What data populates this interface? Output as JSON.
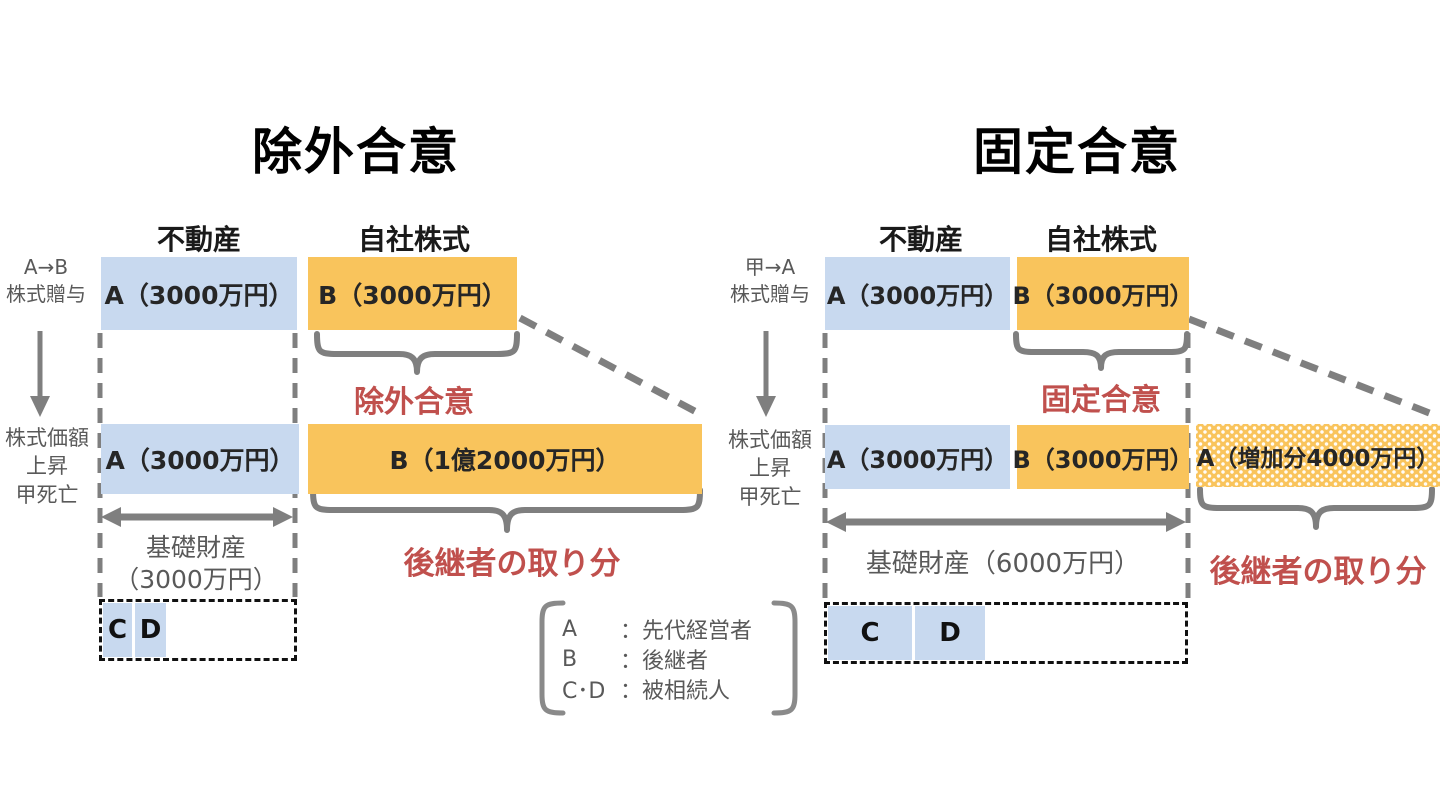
{
  "colors": {
    "blue_box": "#C8D9EF",
    "orange_box": "#F9C45C",
    "red_label": "#C0504D",
    "gray_lines": "#7F7F7F"
  },
  "left": {
    "title": "除外合意",
    "col_real_estate": "不動産",
    "col_shares": "自社株式",
    "event1_line1": "A→B",
    "event1_line2": "株式贈与",
    "event2_line1": "株式価額",
    "event2_line2": "上昇",
    "event2_line3": "甲死亡",
    "row1_a": "A（3000万円）",
    "row1_b": "B（3000万円）",
    "agreement": "除外合意",
    "row2_a": "A（3000万円）",
    "row2_b": "B（1億2000万円）",
    "base_line1": "基礎財産",
    "base_line2": "（3000万円）",
    "successor": "後継者の取り分",
    "c": "C",
    "d": "D"
  },
  "right": {
    "title": "固定合意",
    "col_real_estate": "不動産",
    "col_shares": "自社株式",
    "event1_line1": "甲→A",
    "event1_line2": "株式贈与",
    "event2_line1": "株式価額",
    "event2_line2": "上昇",
    "event2_line3": "甲死亡",
    "row1_a": "A（3000万円）",
    "row1_b": "B（3000万円）",
    "agreement": "固定合意",
    "row2_a": "A（3000万円）",
    "row2_b": "B（3000万円）",
    "row2_increase": "A（増加分4000万円）",
    "base": "基礎財産（6000万円）",
    "successor": "後継者の取り分",
    "c": "C",
    "d": "D"
  },
  "legend": {
    "rows": [
      {
        "key": "A",
        "value": "：先代経営者"
      },
      {
        "key": "B",
        "value": "：後継者"
      },
      {
        "key": "C･D",
        "value": "：被相続人"
      }
    ]
  }
}
